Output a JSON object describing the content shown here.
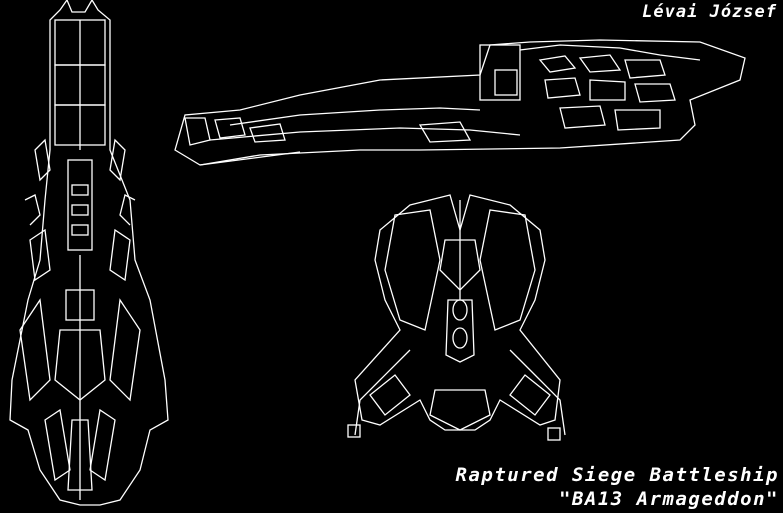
{
  "author": "Lévai József",
  "title_line1": "Raptured Siege Battleship",
  "title_line2": "\"BA13 Armageddon\"",
  "colors": {
    "background": "#000000",
    "lines": "#ffffff"
  }
}
